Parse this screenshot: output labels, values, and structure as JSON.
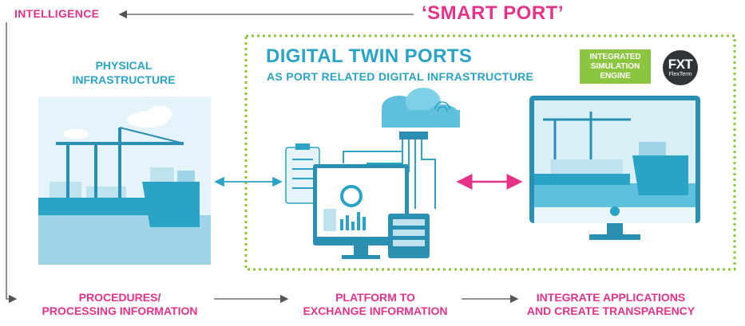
{
  "top": {
    "intelligence": "INTELLIGENCE",
    "smart_port": "‘SMART PORT’"
  },
  "physical": {
    "title_line1": "PHYSICAL",
    "title_line2": "INFRASTRUCTURE"
  },
  "digital_twin": {
    "title": "DIGITAL TWIN PORTS",
    "subtitle": "AS PORT RELATED DIGITAL INFRASTRUCTURE",
    "engine_badge": [
      "INTEGRATED",
      "SIMULATION",
      "ENGINE"
    ],
    "logo_main": "FXT",
    "logo_sub": "FlexTerm"
  },
  "bottom": {
    "procedures": [
      "PROCEDURES/",
      "PROCESSING INFORMATION"
    ],
    "platform": [
      "PLATFORM TO",
      "EXCHANGE INFORMATION"
    ],
    "integrate": [
      "INTEGRATE  APPLICATIONS",
      "AND CREATE TRANSPARENCY"
    ]
  },
  "colors": {
    "pink": "#e6338a",
    "teal": "#2aa3c4",
    "green_dotted": "#8cc63f",
    "connector_gray": "#555555"
  }
}
